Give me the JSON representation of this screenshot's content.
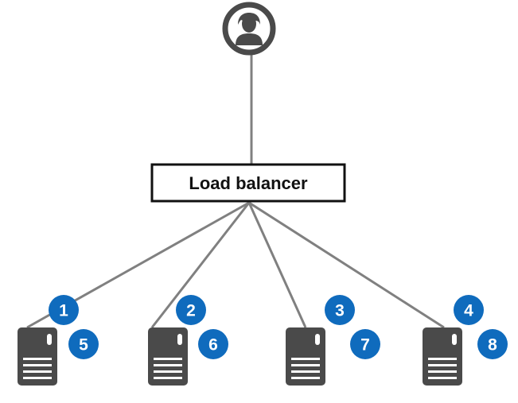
{
  "load_balancer": {
    "label": "Load balancer"
  },
  "user": {
    "icon": "user-icon"
  },
  "servers": [
    {
      "icon": "server-icon",
      "requests": [
        "1",
        "5"
      ]
    },
    {
      "icon": "server-icon",
      "requests": [
        "2",
        "6"
      ]
    },
    {
      "icon": "server-icon",
      "requests": [
        "3",
        "7"
      ]
    },
    {
      "icon": "server-icon",
      "requests": [
        "4",
        "8"
      ]
    }
  ],
  "colors": {
    "badge": "#0f6bbd",
    "line": "#808080",
    "icon": "#4a4a4a",
    "box_border": "#111111"
  }
}
